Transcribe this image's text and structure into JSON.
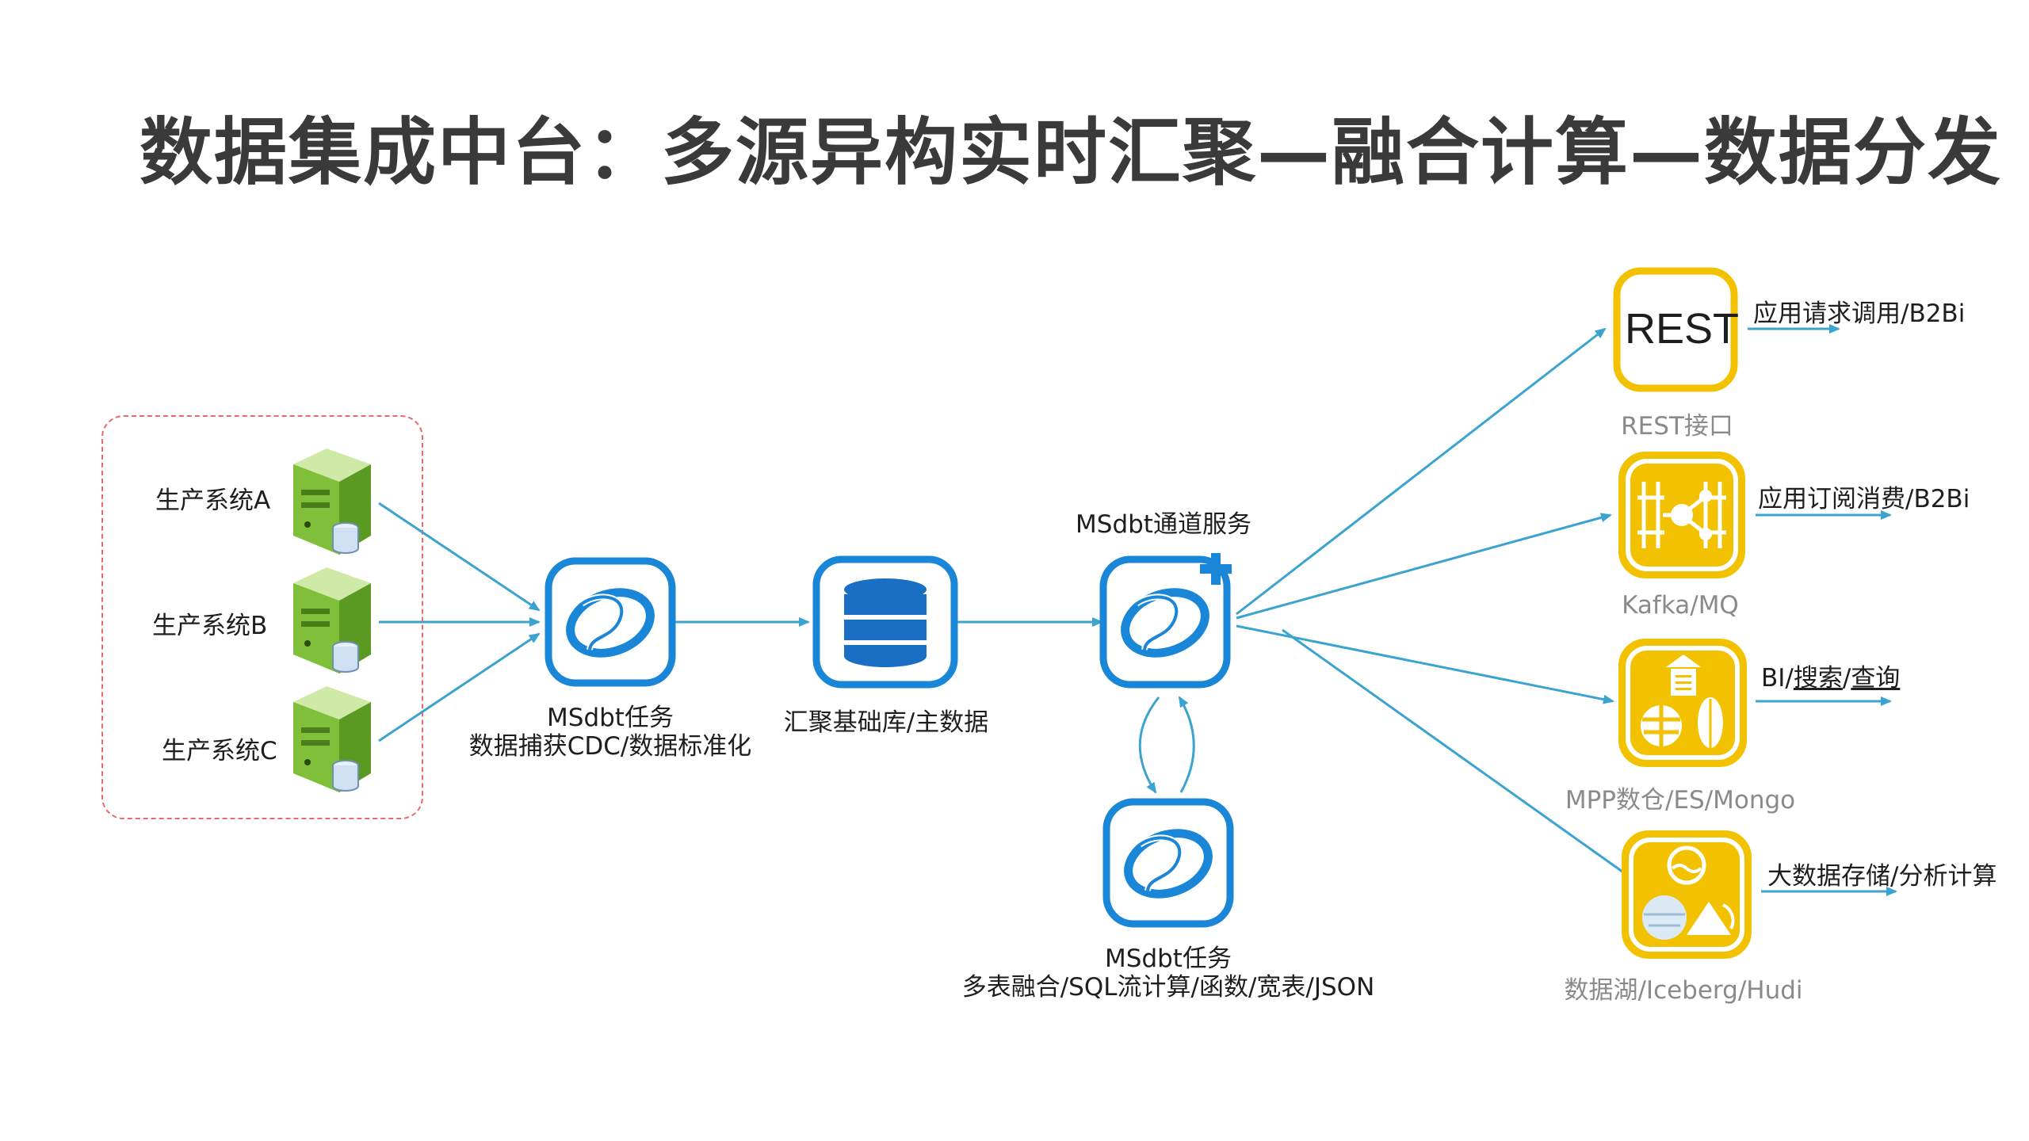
{
  "title": "数据集成中台：多源异构实时汇聚—融合计算—数据分发",
  "sources": [
    {
      "label": "生产系统A"
    },
    {
      "label": "生产系统B"
    },
    {
      "label": "生产系统C"
    }
  ],
  "capture_task": {
    "line1": "MSdbt任务",
    "line2": "数据捕获CDC/数据标准化"
  },
  "hub_db": {
    "label": "汇聚基础库/主数据"
  },
  "channel_service": {
    "label": "MSdbt通道服务"
  },
  "compute_task": {
    "line1": "MSdbt任务",
    "line2": "多表融合/SQL流计算/函数/宽表/JSON"
  },
  "targets": [
    {
      "icon_text": "REST",
      "caption": "REST接口",
      "use": "应用请求调用/B2Bi"
    },
    {
      "caption": "Kafka/MQ",
      "use": "应用订阅消费/B2Bi"
    },
    {
      "caption": "MPP数仓/ES/Mongo",
      "use_part1": "BI/",
      "use_part2": "搜索",
      "use_part3": "/",
      "use_part4": "查询"
    },
    {
      "caption": "数据湖/Iceberg/Hudi",
      "use": "大数据存储/分析计算"
    }
  ],
  "colors": {
    "arrow": "#3aa3cf",
    "tile_blue": "#1a86d8",
    "tile_yellow": "#f2c200",
    "source_border": "#e86a6a",
    "title": "#3a3a3a",
    "caption_gray": "#8a8a8a"
  }
}
